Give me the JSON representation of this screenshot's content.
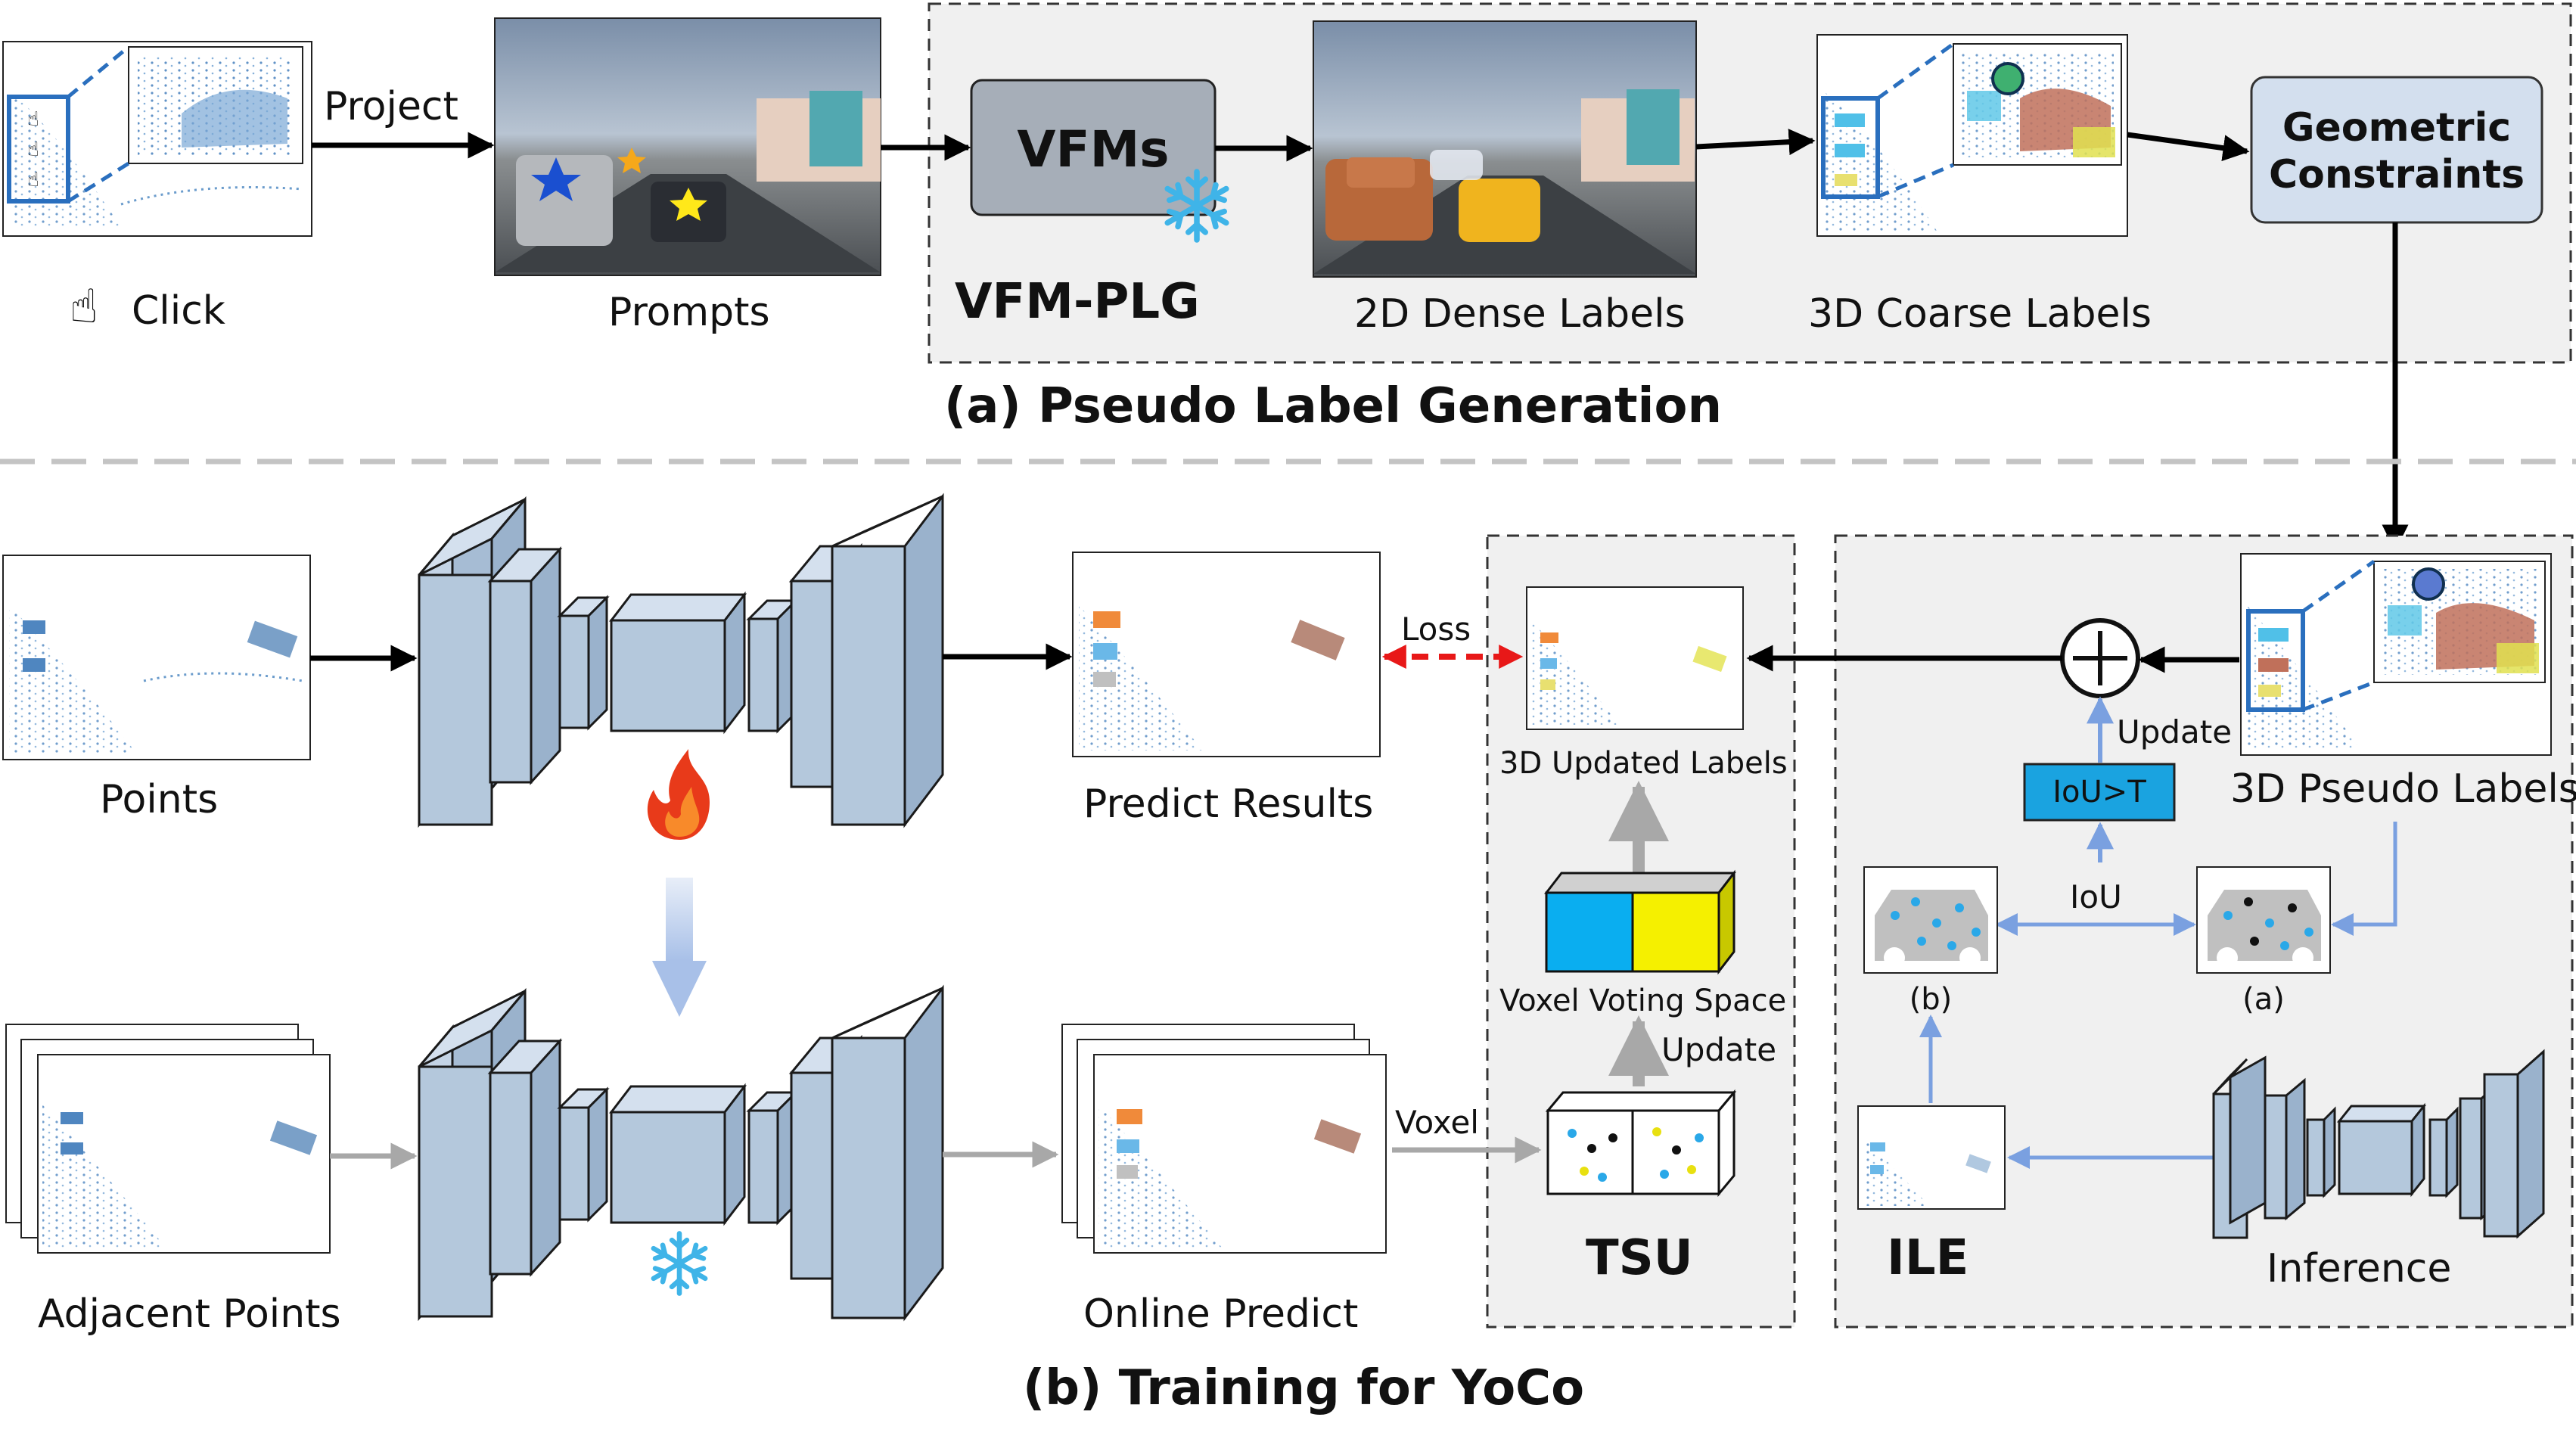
{
  "top_section": {
    "click_label": "Click",
    "project_label": "Project",
    "prompts_label": "Prompts",
    "vfms_label": "VFMs",
    "vfm_plg_label": "VFM-PLG",
    "dense_labels_label": "2D Dense Labels",
    "coarse_labels_label": "3D Coarse Labels",
    "geometric_line1": "Geometric",
    "geometric_line2": "Constraints",
    "caption": "(a) Pseudo Label Generation"
  },
  "bottom_section": {
    "points_label": "Points",
    "predict_results_label": "Predict Results",
    "loss_label": "Loss",
    "updated_labels_label": "3D Updated Labels",
    "pseudo_labels_label": "3D Pseudo Labels",
    "update_label_1": "Update",
    "update_label_2": "Update",
    "iou_threshold_label": "IoU>T",
    "iou_label": "IoU",
    "mask_b_label": "(b)",
    "mask_a_label": "(a)",
    "voxel_voting_label": "Voxel Voting Space",
    "voxel_label": "Voxel",
    "tsu_label": "TSU",
    "ile_label": "ILE",
    "inference_label": "Inference",
    "adjacent_points_label": "Adjacent Points",
    "online_predict_label": "Online Predict",
    "caption": "(b) Training for YoCo"
  },
  "colors": {
    "unet_fill": "#b4c8dc",
    "unet_stroke": "#1a1a1a",
    "vfm_box": "#a6aeb8",
    "geo_box": "#d3dfee",
    "iou_box": "#1aa3e0",
    "voxel_cyan": "#0aaef0",
    "voxel_yellow": "#f5f000",
    "panel_bg": "#f0f0f0",
    "loss_arrow": "#e81818",
    "blue_arrow": "#7aa0e0",
    "gray_arrow": "#a8a8a8",
    "point_blue": "#3f7fc0"
  }
}
